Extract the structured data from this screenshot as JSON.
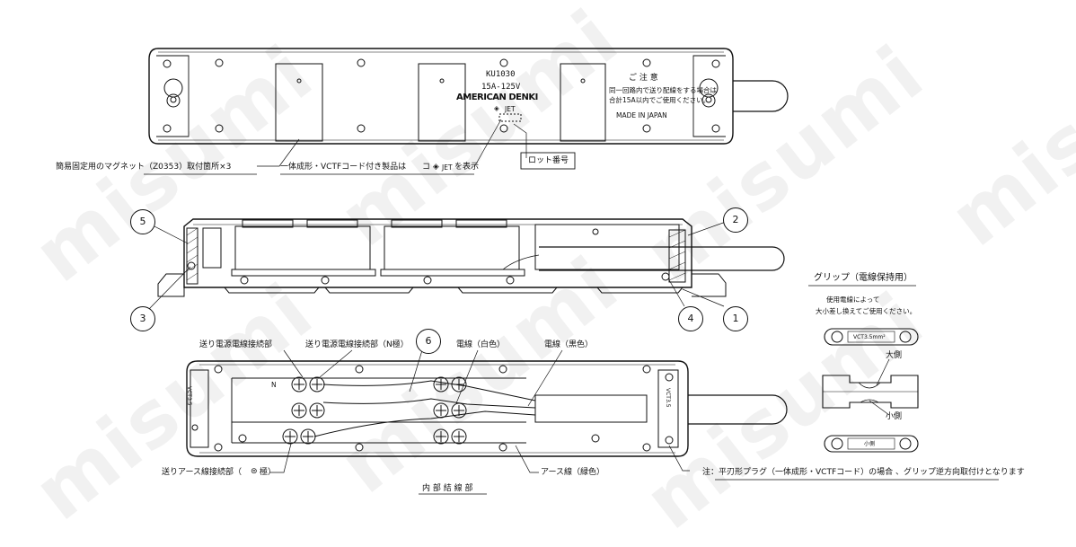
{
  "watermark": {
    "text": "misumi",
    "color": "#f1f1f1"
  },
  "nameplate": {
    "model": "KU1030",
    "rating": "15A-125V",
    "brand": "AMERICAN DENKI",
    "jet_mark": "JET"
  },
  "caution": {
    "title": "ご 注 意",
    "line1": "同一回路内で送り配線をする場合は",
    "line2": "合計15A以内でご使用ください。",
    "made_in": "MADE IN JAPAN"
  },
  "top_labels": {
    "magnet": "簡易固定用のマグネット（Z0353）取付箇所×3",
    "vctf": "一体成形・VCTFコード付き製品は",
    "vctf_jet": "JET",
    "vctf_suffix": "を表示",
    "lot": "ロット番号"
  },
  "callouts": [
    "1",
    "2",
    "3",
    "4",
    "5",
    "6"
  ],
  "grip": {
    "title": "グリップ（電線保持用）",
    "note1": "使用電線によって",
    "note2": "大小差し換えてご使用ください。",
    "large": "大側",
    "small": "小側",
    "tag1": "VCT3.5mm²",
    "tag2": "小側"
  },
  "wiring": {
    "feed_power": "送り電源電線接続部",
    "feed_power_n": "送り電源電線接続部（N極）",
    "white": "電線（白色）",
    "black": "電線（黒色）",
    "feed_earth": "送りアース線接続部（",
    "feed_earth_suffix": "極）",
    "earth_wire": "アース線（緑色）",
    "title": "内 部 結 線 部",
    "n_mark": "N",
    "inner_tag1": "VCT3.5",
    "inner_tag2": "VCT3.5"
  },
  "note": "注：平刃形プラグ（一体成形・VCTFコード）の場合 、グリップ逆方向取付けとなります"
}
